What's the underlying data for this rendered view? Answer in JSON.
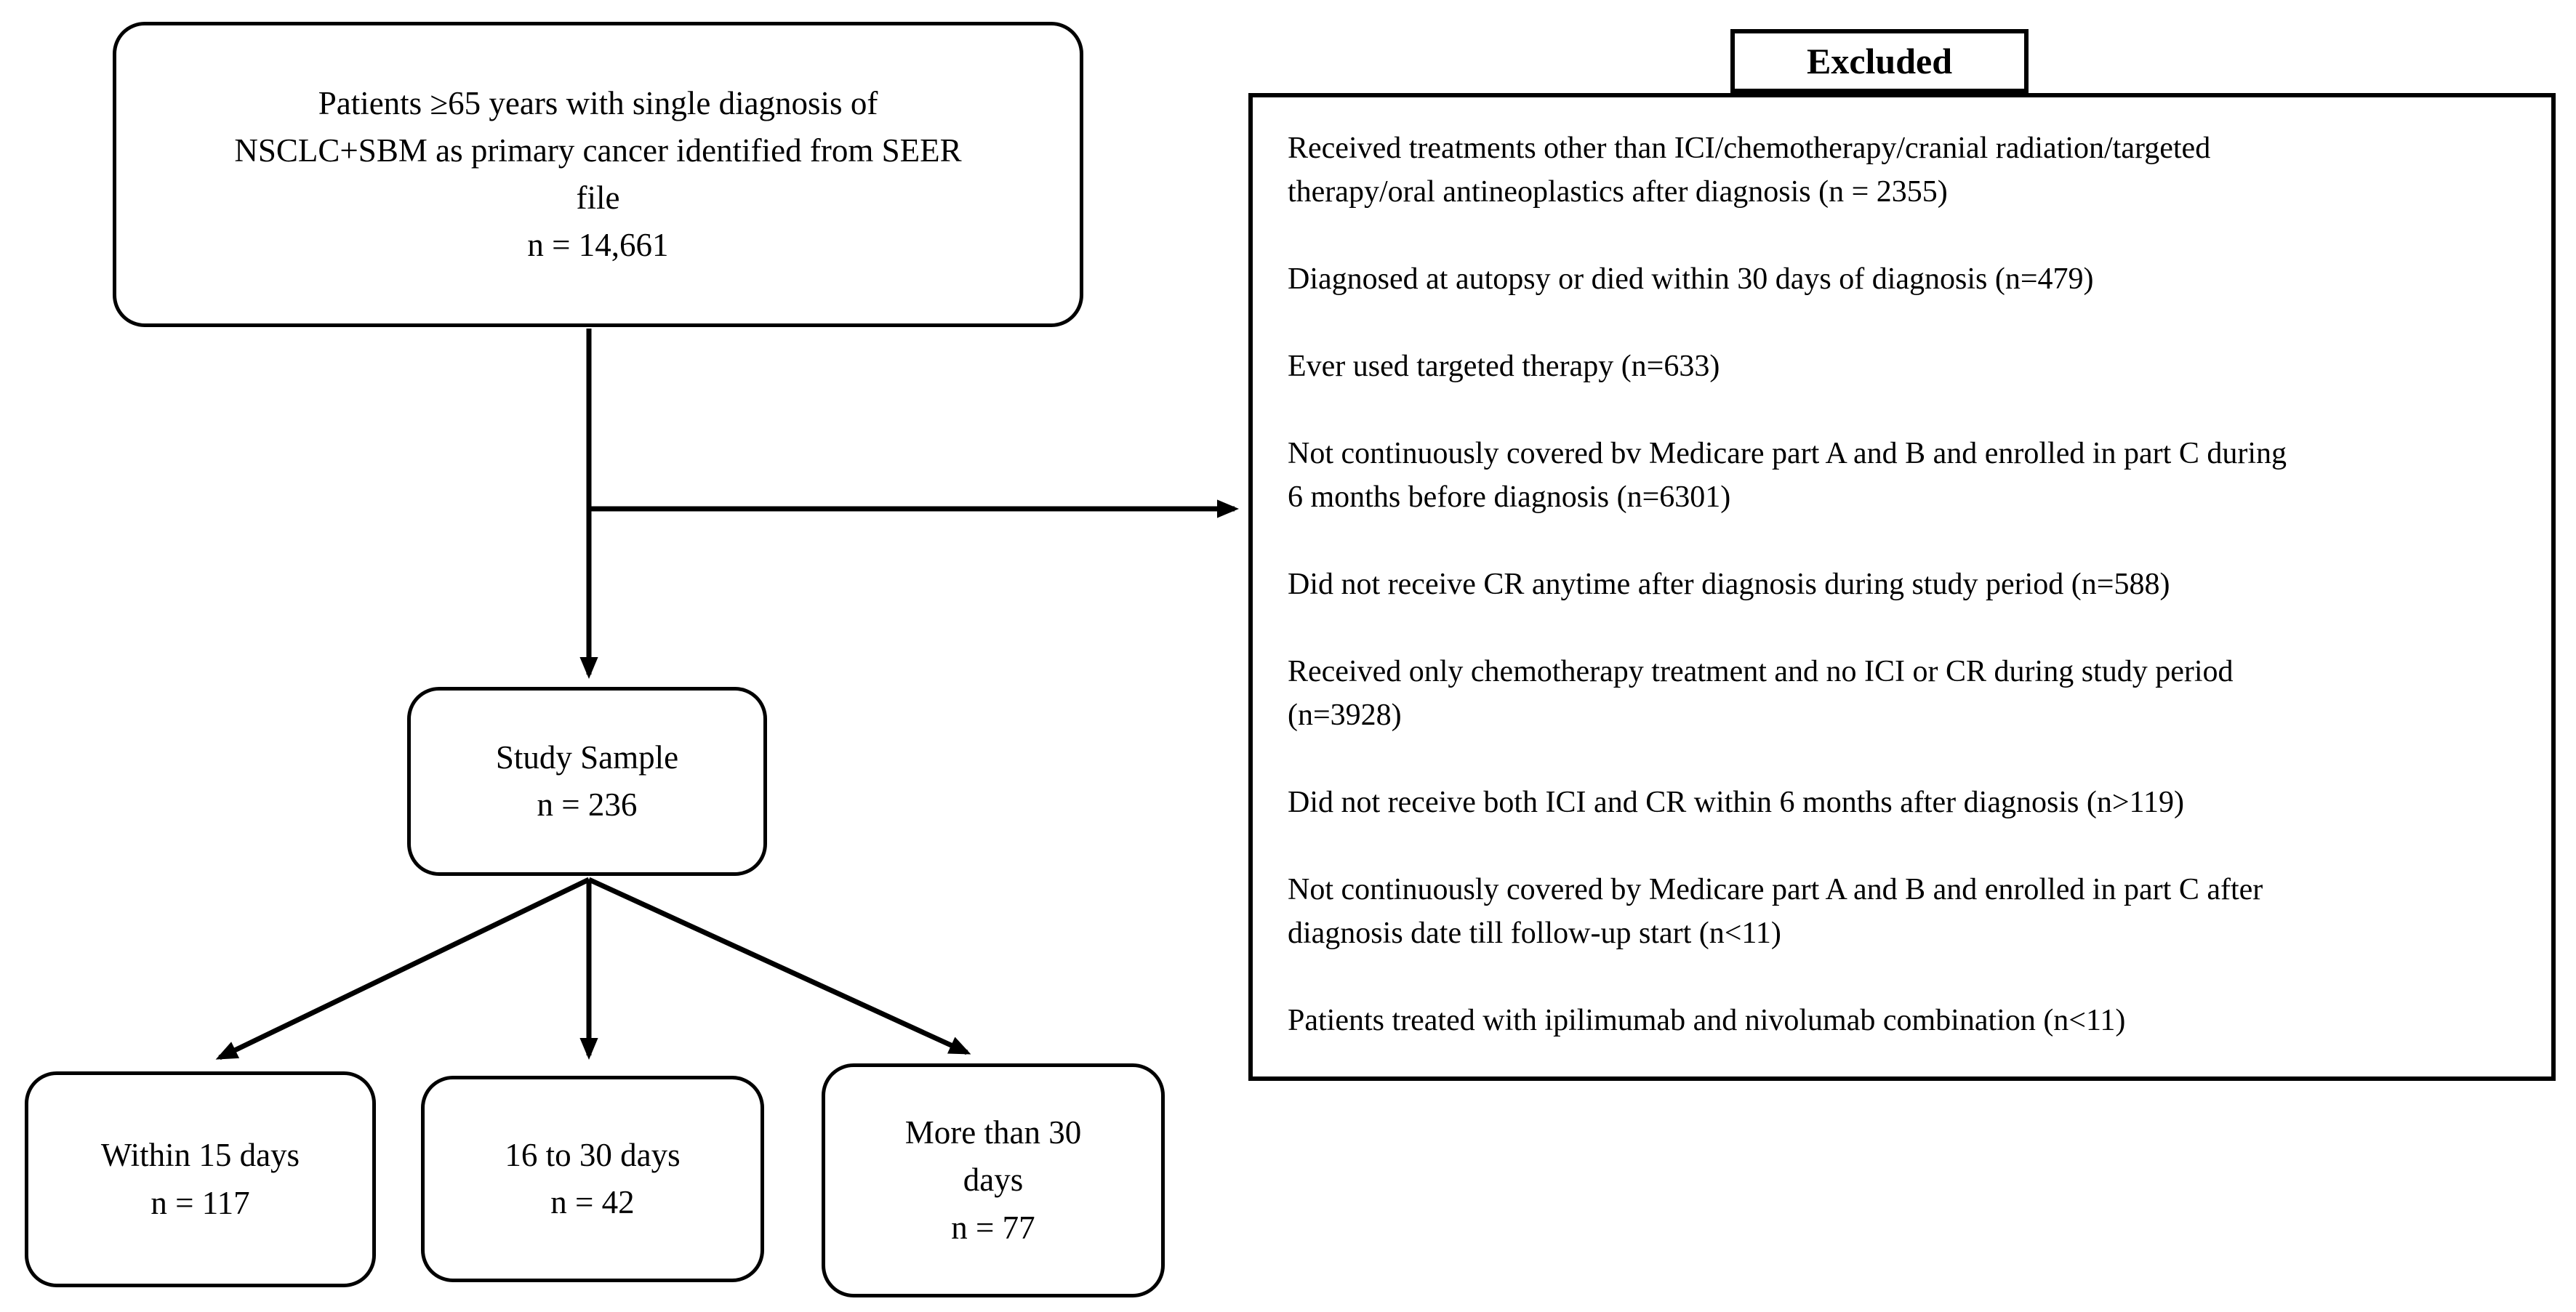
{
  "flowchart": {
    "source_box": {
      "label": "Patients ≥65 years with single diagnosis of\nNSCLC+SBM as primary cancer identified from SEER\nfile",
      "n": "n = 14,661"
    },
    "study_box": {
      "label": "Study Sample",
      "n": "n = 236"
    },
    "group_boxes": [
      {
        "label": "Within 15 days",
        "n": "n = 117"
      },
      {
        "label": "16 to 30 days",
        "n": "n = 42"
      },
      {
        "label": "More than 30\ndays",
        "n": "n = 77"
      }
    ],
    "excluded": {
      "title": "Excluded",
      "items": [
        "Received treatments other than ICI/chemotherapy/cranial radiation/targeted\ntherapy/oral antineoplastics after diagnosis (n = 2355)",
        "Diagnosed at autopsy or died within 30 days of diagnosis (n=479)",
        "Ever used targeted therapy (n=633)",
        "Not continuously covered bv Medicare part A and B and enrolled in part C during\n6 months before diagnosis (n=6301)",
        "Did not receive CR anytime after diagnosis during study period (n=588)",
        "Received only chemotherapy treatment and no ICI or CR during study period\n(n=3928)",
        "Did not receive both ICI and CR within 6 months after diagnosis (n>119)",
        "Not continuously covered by Medicare part A and B and enrolled in part C after\ndiagnosis date till follow-up start (n<11)",
        "Patients treated with ipilimumab and nivolumab combination (n<11)"
      ]
    },
    "colors": {
      "line": "#000000",
      "background": "#ffffff",
      "text": "#000000"
    }
  }
}
